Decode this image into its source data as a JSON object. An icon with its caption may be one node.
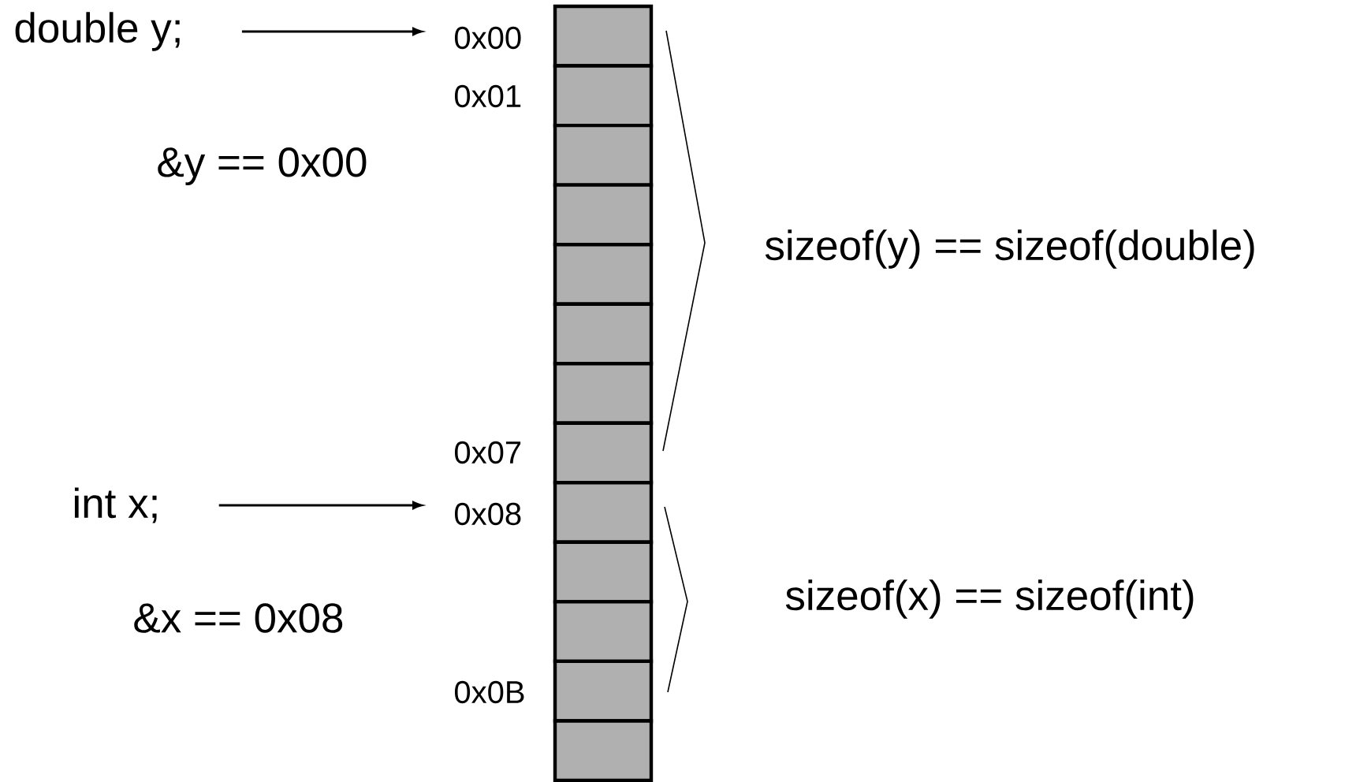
{
  "diagram": {
    "nodes": [
      {
        "text": [
          "double y;"
        ]
      },
      {
        "text": [
          "0x00"
        ]
      },
      {
        "text": [
          "int x;"
        ]
      },
      {
        "text": [
          "0x08"
        ]
      }
    ],
    "edges": [
      {
        "from": 0,
        "to": 1,
        "arrow": "to"
      },
      {
        "from": 2,
        "to": 3,
        "arrow": "to"
      }
    ],
    "labels": [
      "0x01",
      "&y == 0x00",
      "sizeof(y) == sizeof(double)",
      "0x07",
      "&x == 0x08",
      "sizeof(x) == sizeof(int)",
      "0x0B"
    ]
  }
}
